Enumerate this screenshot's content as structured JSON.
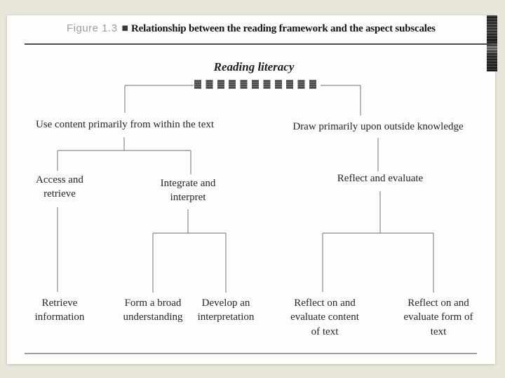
{
  "header": {
    "figure_label": "Figure 1.3",
    "bullet": "■",
    "title": "Relationship between the reading framework and the aspect subscales"
  },
  "diagram": {
    "root": {
      "label": "Reading literacy"
    },
    "branches": [
      {
        "label": "Use content primarily from within the text"
      },
      {
        "label": "Draw primarily upon outside knowledge"
      }
    ],
    "aspects": [
      {
        "label": "Access and retrieve"
      },
      {
        "label": "Integrate and interpret"
      },
      {
        "label": "Reflect and evaluate"
      }
    ],
    "subscales": [
      {
        "label": "Retrieve information"
      },
      {
        "label": "Form a broad understanding"
      },
      {
        "label": "Develop an interpretation"
      },
      {
        "label": "Reflect on and evaluate content of text"
      },
      {
        "label": "Reflect on and evaluate form of text"
      }
    ]
  },
  "colors": {
    "background": "#e9e6da",
    "page": "#fdfdfb",
    "connector_line": "#8a8a8a",
    "rule_line": "#4c4c4c",
    "text": "#262626"
  }
}
